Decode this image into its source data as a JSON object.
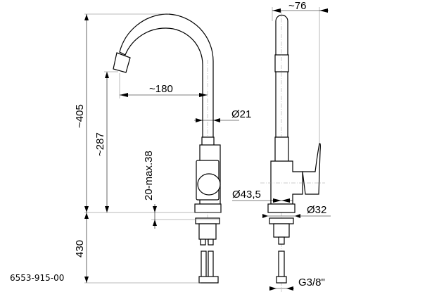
{
  "drawing": {
    "part_number": "6553-915-00",
    "dimensions": {
      "total_height": "~405",
      "spout_height": "~287",
      "spout_reach": "~180",
      "pipe_diameter": "Ø21",
      "countertop_thickness": "20-max.38",
      "hose_length": "430",
      "side_width": "~76",
      "body_diameter": "Ø43,5",
      "mount_diameter": "Ø32",
      "connection_thread": "G3/8\""
    }
  }
}
